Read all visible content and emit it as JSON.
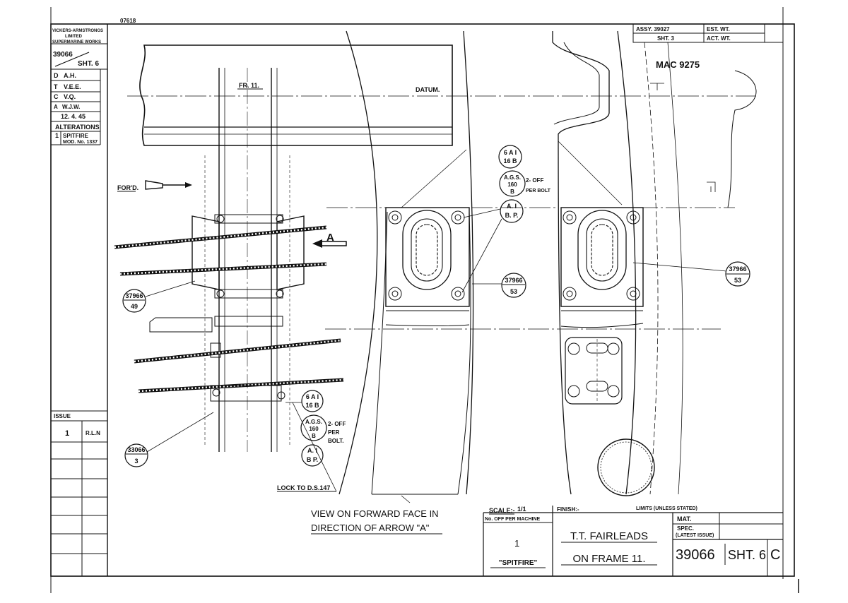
{
  "sheet_ref": "07618",
  "company": {
    "line1": "VICKERS-ARMSTRONGS",
    "line2": "LIMITED",
    "line3": "SUPERMARINE WORKS"
  },
  "drawing_short": "39066",
  "sheet_short": "SHT. 6",
  "signatures": [
    {
      "role": "D",
      "name": "A.H."
    },
    {
      "role": "T",
      "name": "V.E.E."
    },
    {
      "role": "C",
      "name": "V.Q."
    },
    {
      "role": "A",
      "name": "W.J.W."
    }
  ],
  "date": "12. 4. 45",
  "alterations": {
    "header": "ALTERATIONS",
    "entries": [
      {
        "num": "1",
        "line1": "SPITFIRE",
        "line2": "MOD. No. 1337"
      }
    ]
  },
  "issue": {
    "header": "ISSUE",
    "num": "1",
    "initials": "R.L.N"
  },
  "assy": {
    "assy_label": "ASSY. 39027",
    "sheet_label": "SHT. 3",
    "est_wt": "EST. WT.",
    "act_wt": "ACT. WT."
  },
  "mac_number": "MAC 9275",
  "labels": {
    "frame": "FR. 11.",
    "datum": "DATUM.",
    "fwd": "FOR'D.",
    "arrow_a": "A",
    "view_line1": "VIEW ON FORWARD FACE IN",
    "view_line2": "DIRECTION OF ARROW \"A\"",
    "lock": "LOCK TO D.S.147"
  },
  "callouts": {
    "c1_top": "6 A I",
    "c1_bot": "16 B",
    "c2_l1": "A.G.S.",
    "c2_l2": "160",
    "c2_l3": "B",
    "c2_note1": "2- OFF",
    "c2_note2": "PER BOLT",
    "c3_top": "A. I",
    "c3_bot": "B. P.",
    "c4_top": "37966",
    "c4_bot": "53",
    "c5_top": "37966",
    "c5_bot": "53",
    "c6_top": "37966",
    "c6_bot": "49",
    "c7_top": "6 A I",
    "c7_bot": "16 B",
    "c8_l1": "A.G.S.",
    "c8_l2": "160",
    "c8_l3": "B",
    "c8_note1": "2- OFF",
    "c8_note2": "PER",
    "c8_note3": "BOLT.",
    "c9_top": "A. I",
    "c9_bot": "B P.",
    "c10_top": "33066",
    "c10_bot": "3"
  },
  "title_block": {
    "scale_label": "SCALE:-",
    "scale_value": "1/1",
    "finish_label": "FINISH:-",
    "limits_label": "LIMITS (UNLESS STATED)",
    "no_off_label": "No. OFF PER MACHINE",
    "no_off_value": "1",
    "aircraft": "\"SPITFIRE\"",
    "title_line1": "T.T. FAIRLEADS",
    "title_line2": "ON FRAME 11.",
    "mat_label": "MAT.",
    "spec_label1": "SPEC.",
    "spec_label2": "(LATEST ISSUE)",
    "drawing_number": "39066",
    "sheet": "SHT. 6",
    "revision": "C"
  }
}
